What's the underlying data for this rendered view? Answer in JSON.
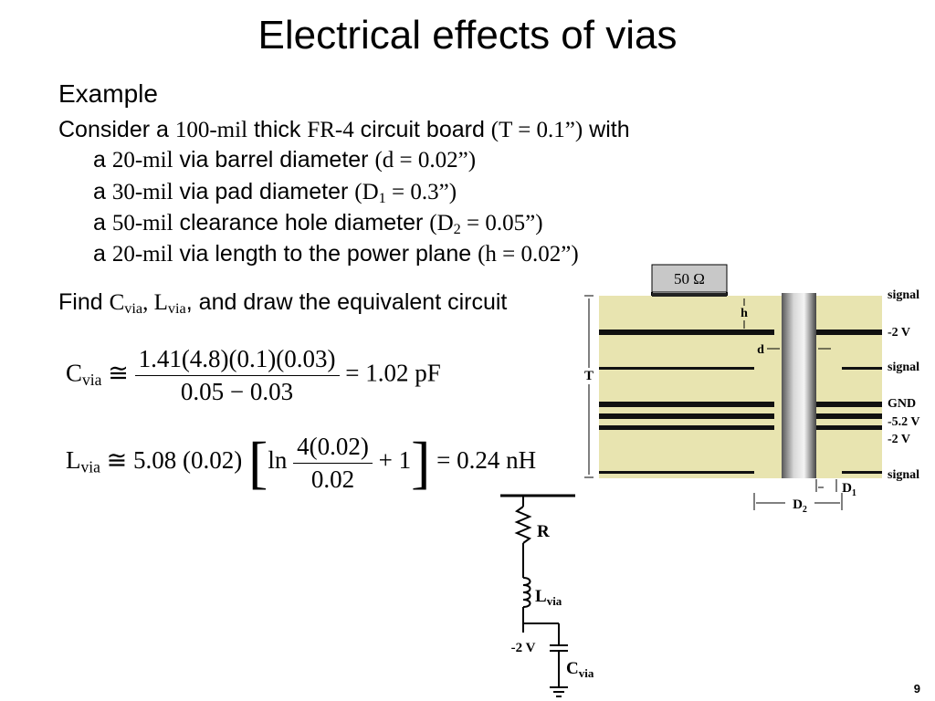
{
  "title": "Electrical effects of vias",
  "example_heading": "Example",
  "consider": {
    "p1": "Consider a ",
    "m1": "100-mil",
    "p2": " thick ",
    "m2": "FR-4",
    "p3": " circuit board ",
    "m3": "(T = 0.1”)",
    "p4": " with"
  },
  "items": [
    {
      "pre": "a ",
      "math": "20-mil",
      "text": " via barrel diameter ",
      "paren": "(d = 0.02”)"
    },
    {
      "pre": "a ",
      "math": "30-mil",
      "text": " via pad diameter ",
      "p_open": "(D",
      "p_sub": "1",
      "p_close": " = 0.3”)"
    },
    {
      "pre": "a ",
      "math": "50-mil",
      "text": " clearance hole diameter ",
      "p_open": "(D",
      "p_sub": "2",
      "p_close": " = 0.05”)"
    },
    {
      "pre": "a ",
      "math": "20-mil",
      "text": " via length to the power plane ",
      "paren": "(h = 0.02”)"
    }
  ],
  "find": {
    "p1": "Find ",
    "c": "C",
    "csub": "via",
    "sep": ", ",
    "l": "L",
    "lsub": "via",
    "p2": ", and draw the equivalent circuit"
  },
  "eq_c": {
    "lhs": "C",
    "lhs_sub": "via",
    "approx": " ≅ ",
    "num": "1.41(4.8)(0.1)(0.03)",
    "den": "0.05 − 0.03",
    "rhs": " = 1.02 pF"
  },
  "eq_l": {
    "lhs": "L",
    "lhs_sub": "via",
    "approx": " ≅ 5.08 ",
    "factor": "(0.02)",
    "lb": "[",
    "ln": "ln ",
    "num": "4(0.02)",
    "den": "0.02",
    "plus": " + 1",
    "rb": "]",
    "rhs": " = 0.24 nH"
  },
  "via_diagram": {
    "source_label": "50 Ω",
    "layer_labels": [
      "signal",
      "-2 V",
      "signal",
      "GND",
      "-5.2 V",
      "-2 V",
      "signal"
    ],
    "dim_labels": {
      "h": "h",
      "d": "d",
      "T": "T",
      "D1": "D",
      "D1_sub": "1",
      "D2": "D",
      "D2_sub": "2"
    },
    "board_color": "#e8e4b0"
  },
  "circuit": {
    "R": "R",
    "L": "L",
    "L_sub": "via",
    "V": "-2 V",
    "C": "C",
    "C_sub": "via"
  },
  "page_number": "9"
}
